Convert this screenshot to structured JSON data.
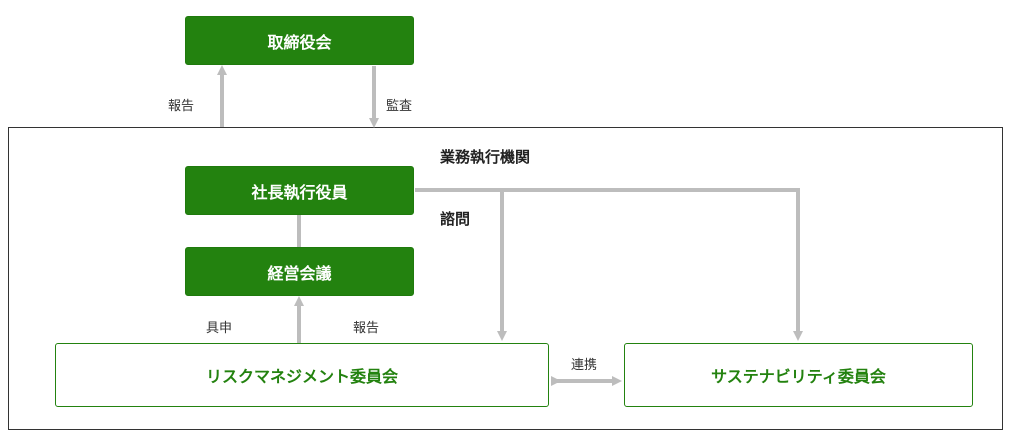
{
  "nodes": {
    "board": "取締役会",
    "president": "社長執行役員",
    "management_meeting": "経営会議",
    "risk_committee": "リスクマネジメント委員会",
    "sustainability_committee": "サステナビリティ委員会"
  },
  "labels": {
    "report_top": "報告",
    "audit": "監査",
    "executive_body": "業務執行機関",
    "consult": "諮問",
    "proposal": "具申",
    "report_bottom": "報告",
    "cooperation": "連携"
  },
  "colors": {
    "green": "#23820f",
    "connector": "#bdbdbd",
    "frame": "#333333"
  }
}
